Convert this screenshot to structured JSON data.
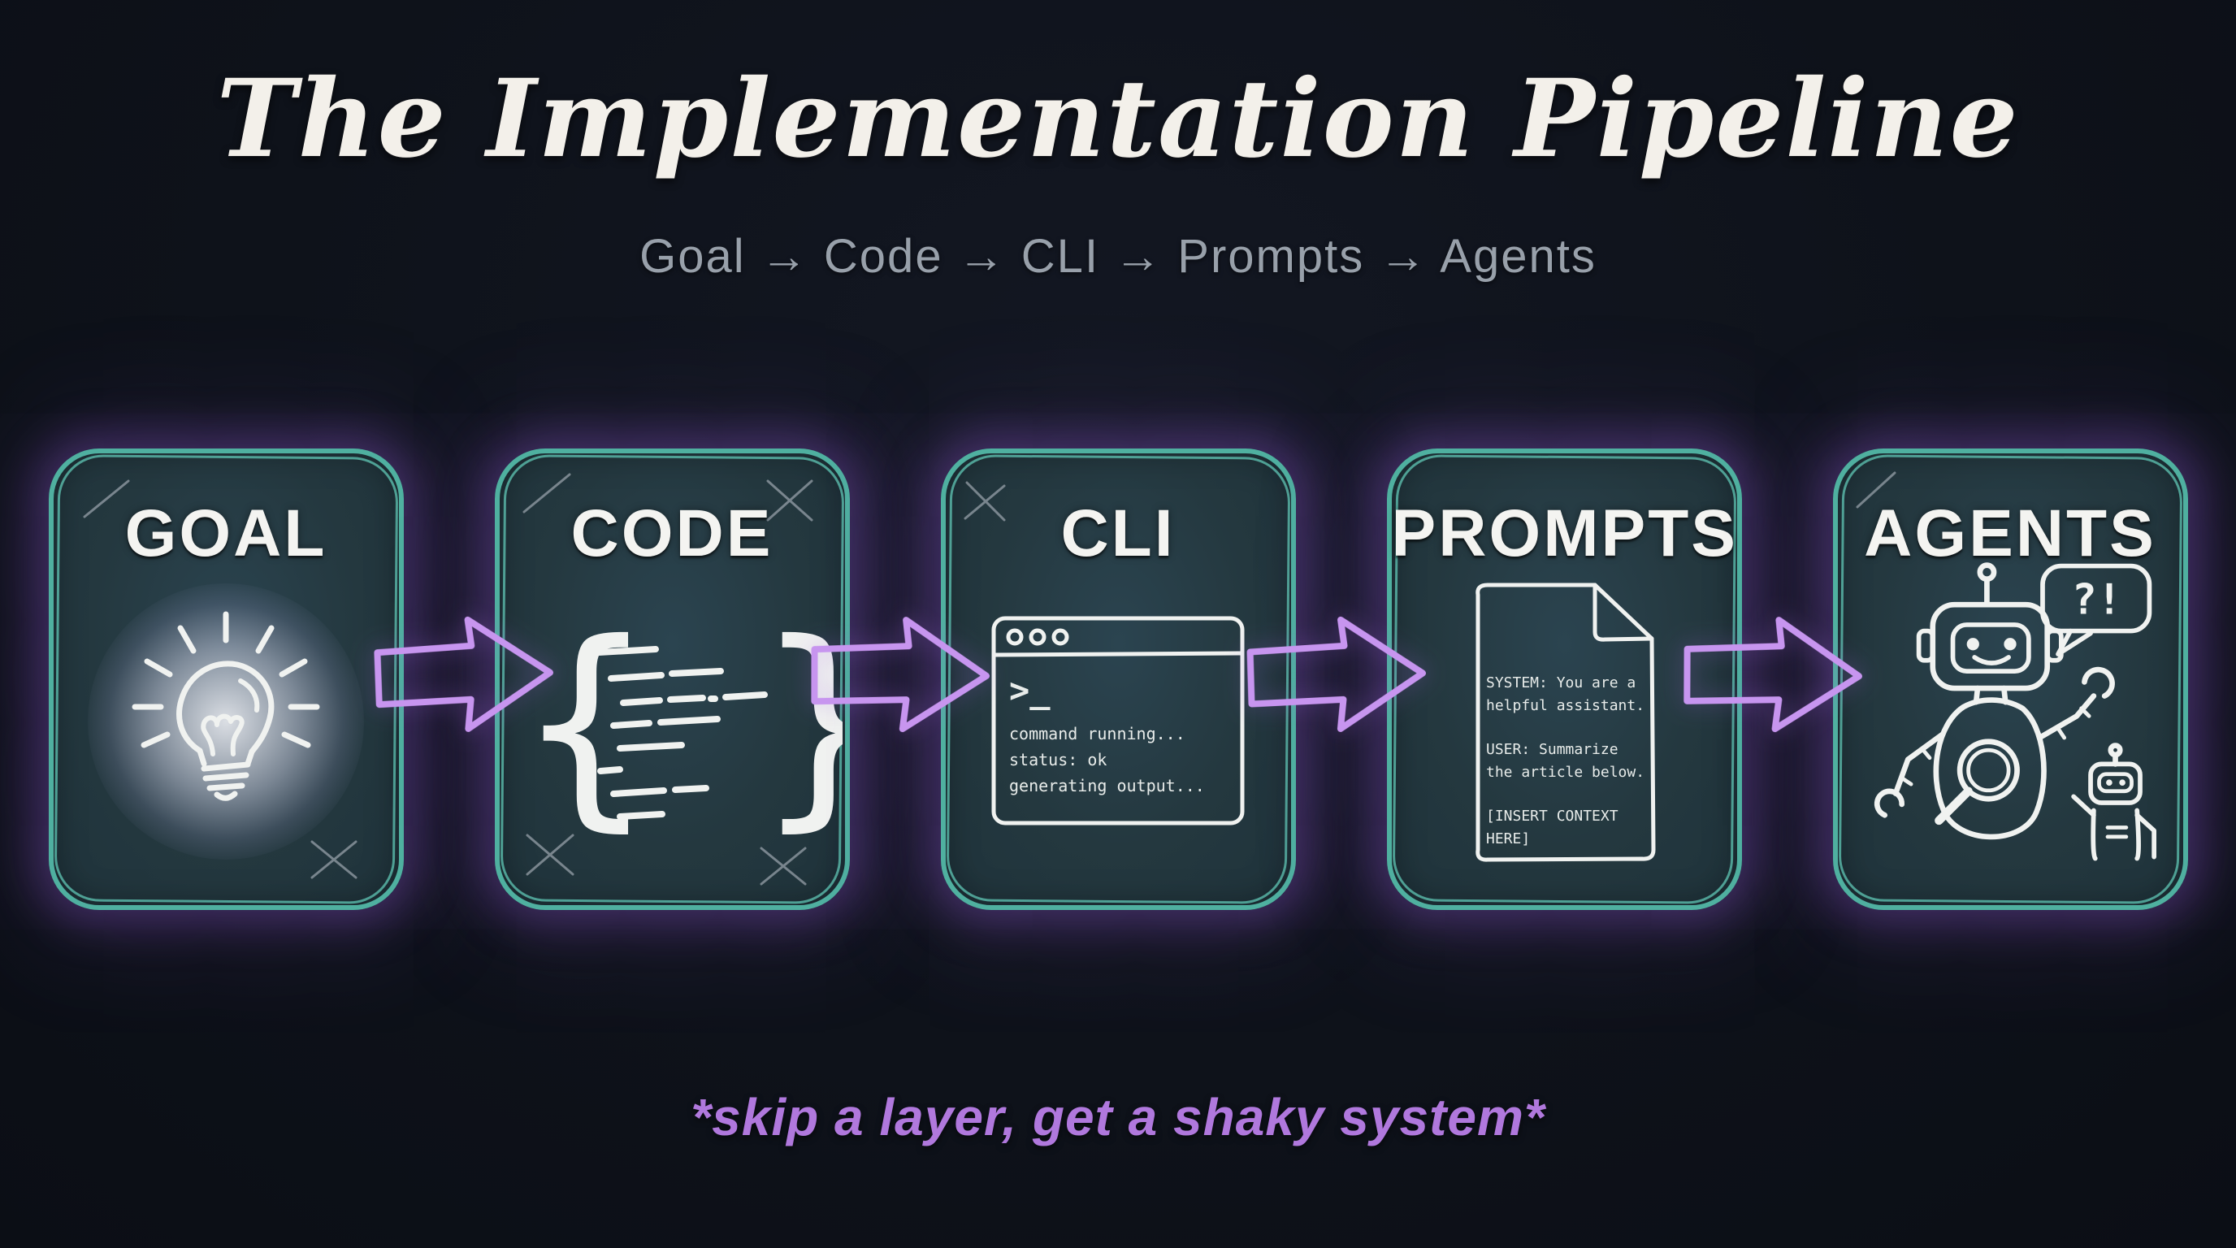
{
  "page": {
    "title": "The Implementation Pipeline",
    "subtitle": "Goal → Code → CLI → Prompts → Agents",
    "footnote": "*skip a layer, get a shaky system*"
  },
  "colors": {
    "background": "#0e121a",
    "card_background": "#24383f",
    "card_border_teal": "#4fb0a0",
    "glow_purple": "#7e4eba",
    "arrow_fill_teal": "#3b7f74",
    "arrow_outline_purple": "#c795ef",
    "chalk_white": "#f0f2f0",
    "subtitle_gray": "#98a0aa",
    "footnote_purple": "#b078dd"
  },
  "pipeline": {
    "stages": [
      {
        "label": "GOAL",
        "icon": "lightbulb-icon"
      },
      {
        "label": "CODE",
        "icon": "curly-braces-icon"
      },
      {
        "label": "CLI",
        "icon": "terminal-window-icon"
      },
      {
        "label": "PROMPTS",
        "icon": "prompt-document-icon"
      },
      {
        "label": "AGENTS",
        "icon": "robots-icon"
      }
    ]
  },
  "code_icon": {
    "open_brace": "{",
    "close_brace": "}"
  },
  "terminal": {
    "prompt": ">_",
    "lines": [
      "command running...",
      "status: ok",
      "generating output..."
    ]
  },
  "prompt_doc": {
    "lines": [
      "SYSTEM: You are a",
      "helpful assistant.",
      "USER: Summarize",
      "the article below.",
      "[INSERT CONTEXT",
      "HERE]"
    ]
  },
  "agents": {
    "speech_bubble": "?!"
  }
}
